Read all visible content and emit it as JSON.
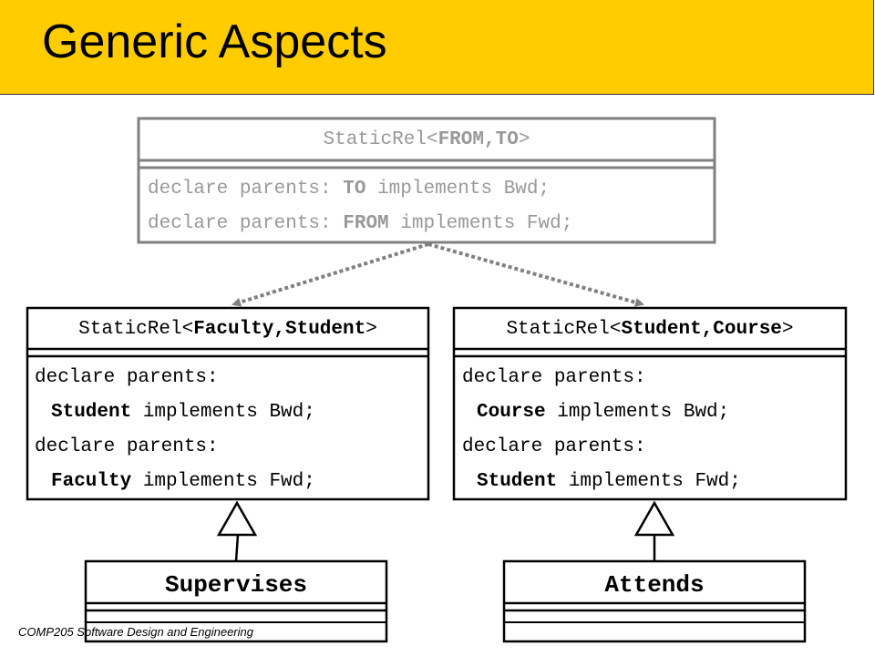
{
  "slide": {
    "title": "Generic Aspects",
    "footer": "COMP205 Software Design and Engineering",
    "title_bar_color": "#ffcc00"
  },
  "colors": {
    "generic_text": "#999999",
    "generic_border": "#808080",
    "concrete_text": "#000000",
    "arrow_dotted": "#808080"
  },
  "generic_class": {
    "name_prefix": "StaticRel<",
    "param1": "FROM",
    "sep": ",",
    "param2": "TO",
    "name_suffix": ">",
    "line1_a": "declare parents: ",
    "line1_b": "TO",
    "line1_c": " implements Bwd;",
    "line2_a": "declare parents: ",
    "line2_b": "FROM",
    "line2_c": " implements Fwd;"
  },
  "bound_left": {
    "name_prefix": "StaticRel<",
    "name_bold": "Faculty,Student",
    "name_suffix": ">",
    "line1": "declare parents:",
    "line2_bold": "Student",
    "line2_rest": " implements Bwd;",
    "line3": "declare parents:",
    "line4_bold": "Faculty",
    "line4_rest": " implements Fwd;"
  },
  "bound_right": {
    "name_prefix": "StaticRel<",
    "name_bold": "Student,Course",
    "name_suffix": ">",
    "line1": "declare parents:",
    "line2_bold": "Course",
    "line2_rest": " implements Bwd;",
    "line3": "declare parents:",
    "line4_bold": "Student",
    "line4_rest": " implements Fwd;"
  },
  "supervises": {
    "name": "Supervises"
  },
  "attends": {
    "name": "Attends"
  }
}
